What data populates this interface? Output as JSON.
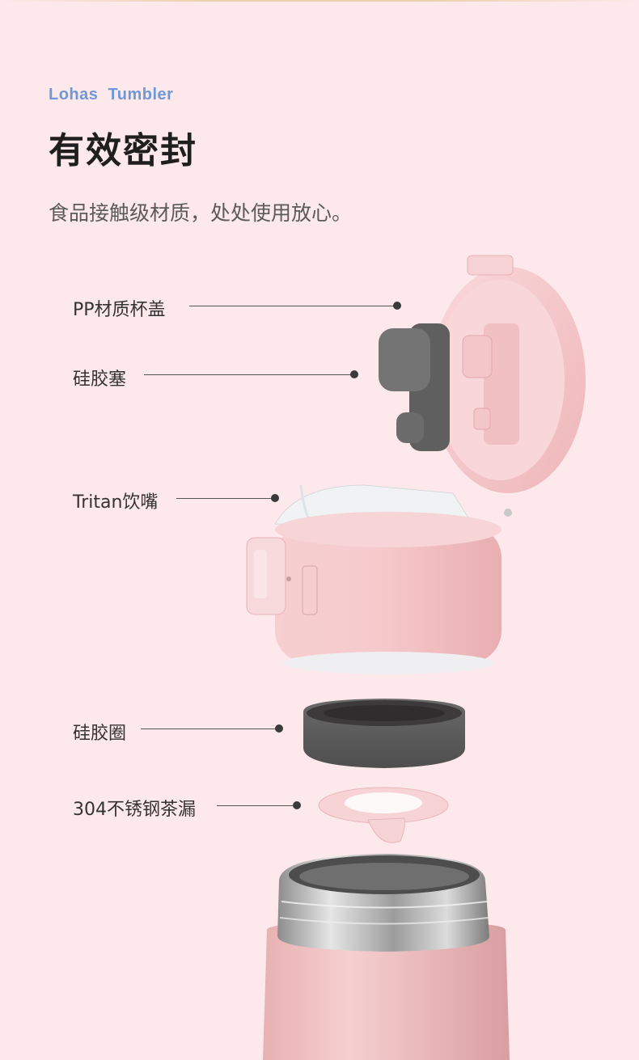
{
  "header": {
    "brand": "Lohas  Tumbler",
    "title": "有效密封",
    "subtitle": "食品接触级材质，处处使用放心。"
  },
  "parts": [
    {
      "id": "lid",
      "label": "PP材质杯盖"
    },
    {
      "id": "stopper",
      "label": "硅胶塞"
    },
    {
      "id": "spout",
      "label": "Tritan饮嘴"
    },
    {
      "id": "ring",
      "label": "硅胶圈"
    },
    {
      "id": "strainer",
      "label": "304不锈钢茶漏"
    }
  ],
  "colors": {
    "background": "#fde9eb",
    "brand": "#6f98d6",
    "body_pink": "#f4c4c6",
    "silicone_gray": "#5f5f5f",
    "steel": "#c8c8c8"
  }
}
